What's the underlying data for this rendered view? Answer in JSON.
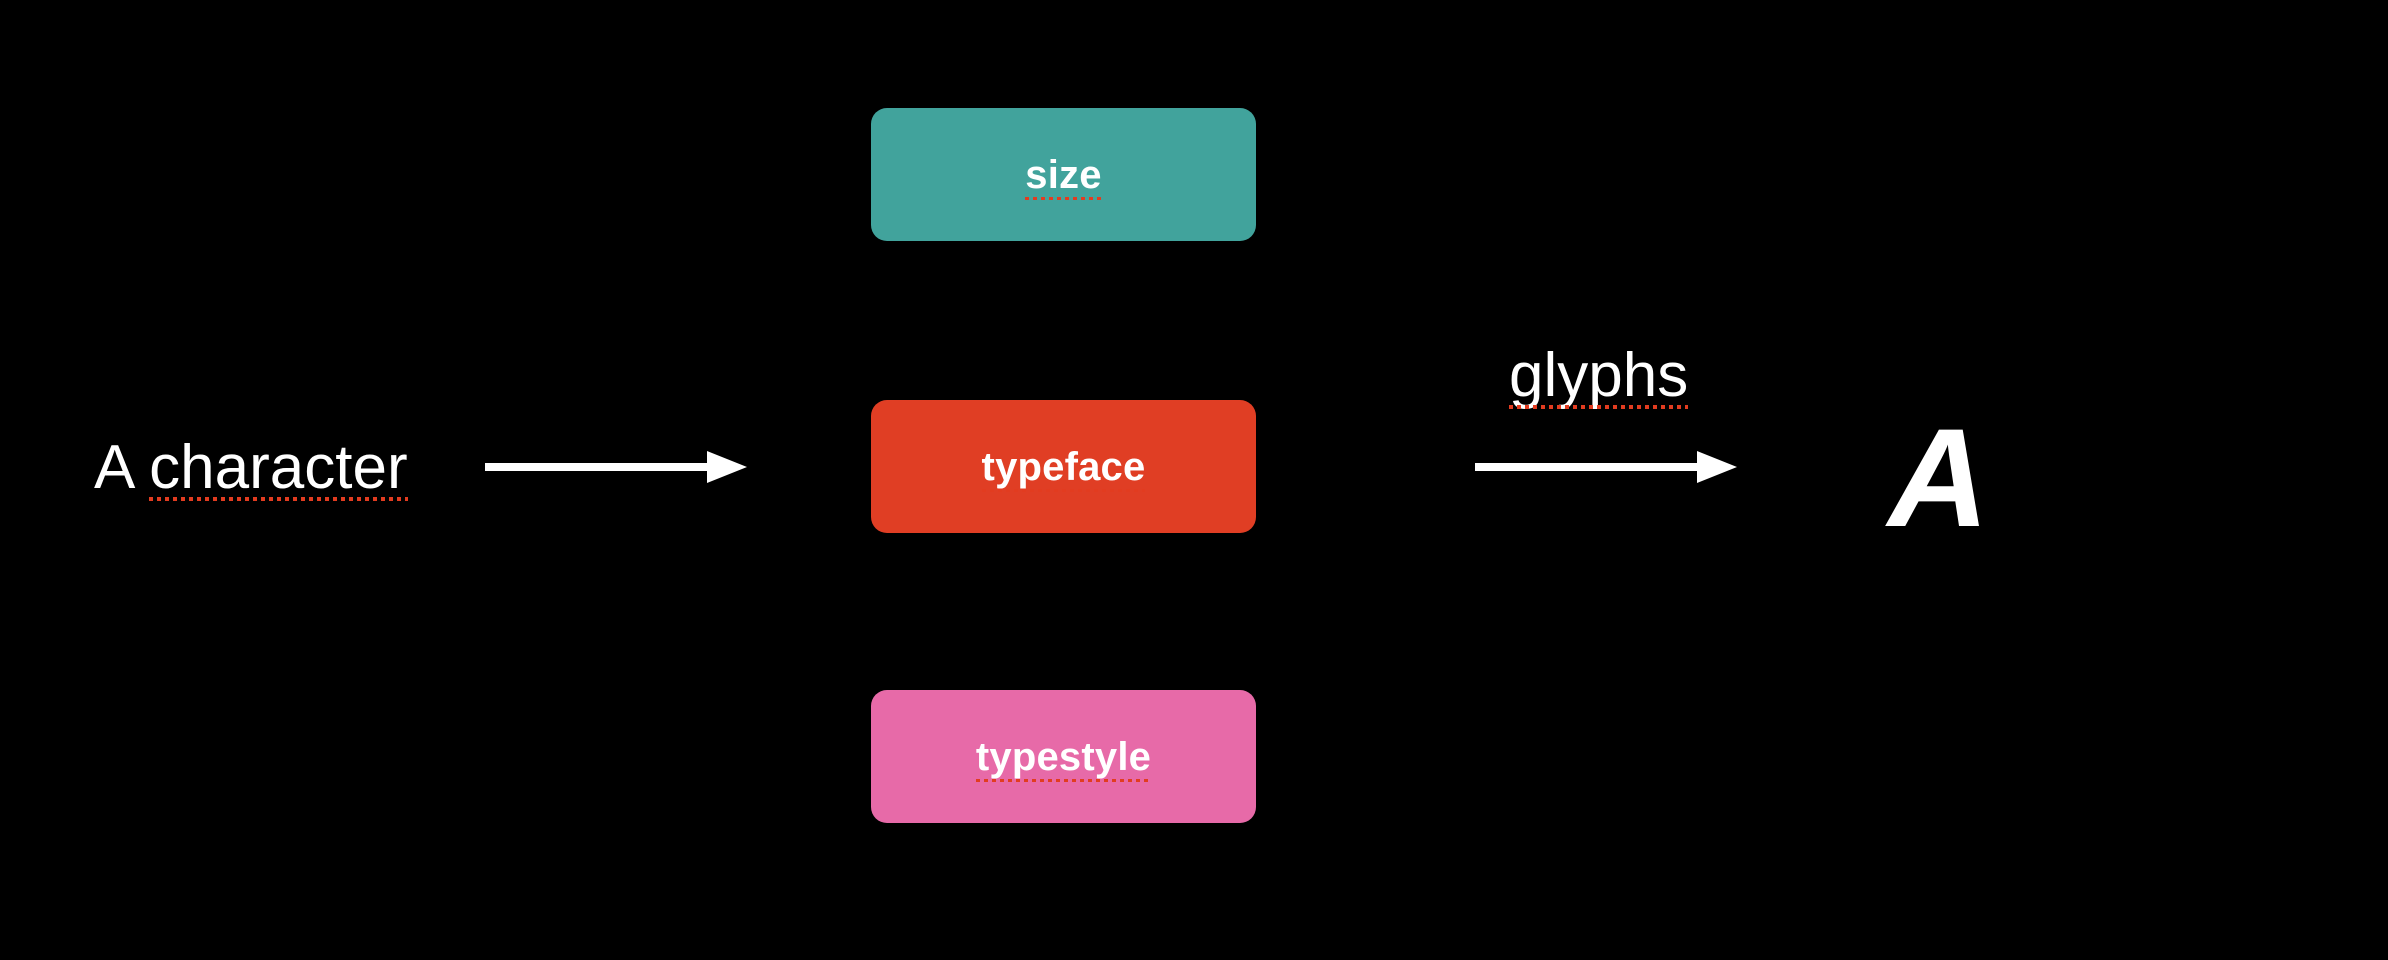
{
  "background_color": "#000000",
  "diagram": {
    "title_text_color": "#ffffff",
    "spellcheck_underline_color": "#e23c20",
    "input": {
      "prefix": "A ",
      "word": "character"
    },
    "boxes": [
      {
        "label": "size",
        "color": "#41a39c",
        "text_color": "#ffffff"
      },
      {
        "label": "typeface",
        "color": "#e03e24",
        "text_color": "#ffffff"
      },
      {
        "label": "typestyle",
        "color": "#e76aa8",
        "text_color": "#ffffff"
      }
    ],
    "edge_label": "glyphs",
    "output_glyph": "A",
    "arrows": [
      {
        "name": "character-to-typeface"
      },
      {
        "name": "typeface-to-glyph"
      }
    ]
  }
}
